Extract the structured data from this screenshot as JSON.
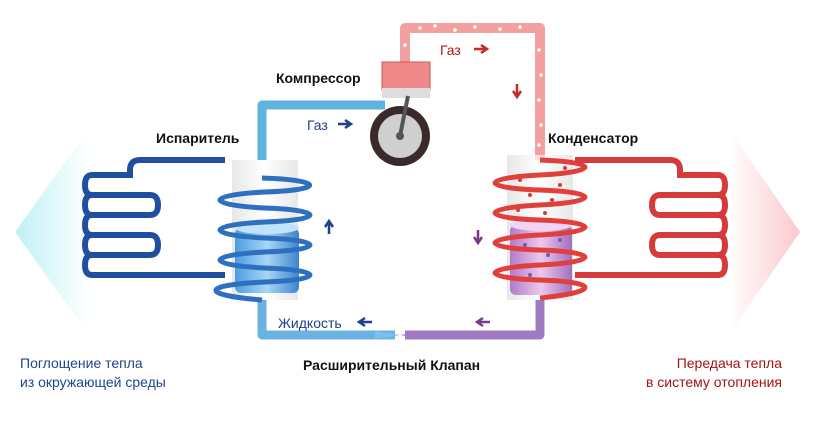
{
  "labels": {
    "compressor": "Компрессор",
    "evaporator": "Испаритель",
    "condenser": "Конденсатор",
    "gas_left": "Газ",
    "gas_top": "Газ",
    "liquid": "Жидкость",
    "expansion_valve": "Расширительный Клапан"
  },
  "captions": {
    "left_line1": "Поглощение тепла",
    "left_line2": "из окружающей среды",
    "right_line1": "Передача тепла",
    "right_line2": "в систему отопления"
  },
  "colors": {
    "cold": "#1f4f9e",
    "hot": "#d63b3b",
    "valve": "#8a5cb0"
  }
}
